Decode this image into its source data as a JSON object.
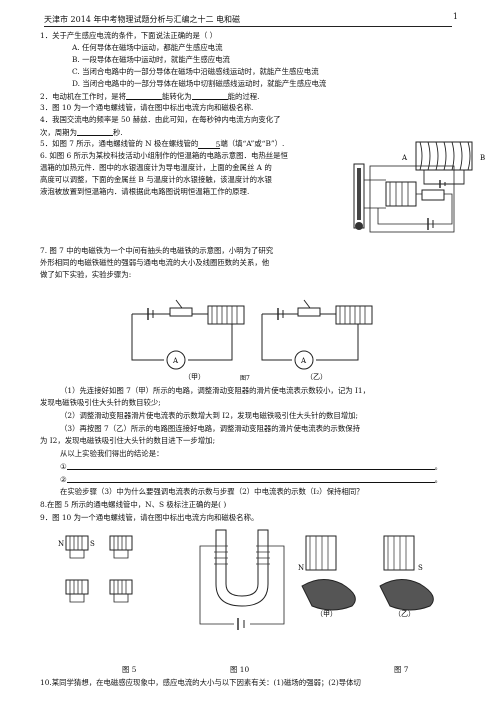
{
  "header": {
    "title": "天津市 2014 年中考物理试题分析与汇编之十二  电和磁",
    "page": "1"
  },
  "q1": {
    "stem": "1．关于产生感应电流的条件，下面说法正确的是（   ）",
    "a": "A.   任何导体在磁场中运动，都能产生感应电流",
    "b": "B.   一段导体在磁场中运动时，就能产生感应电流",
    "c": "C.   当闭合电路中的一部分导体在磁场中沿磁感线运动时，就能产生感应电流",
    "d": "D.   当闭合电路中的一部分导体在磁场中切割磁感线运动时，就能产生感应电流"
  },
  "q2": {
    "pre": "2．电动机在工作时，是将",
    "mid": "能转化为",
    "post": "能的过程."
  },
  "q3": {
    "text": "3．图 10 为一个通电螺线管，请在图中标出电流方向和磁极名称."
  },
  "q4": {
    "line1": "4．我国交流电的频率是  50  赫兹．由此可知，在每秒钟内电流方向变化了",
    "line2pre": "次，周期为",
    "line2post": "秒."
  },
  "q5": {
    "pre": "5．如图 7 所示，通电螺线管的 N 极在螺线管的",
    "answer": "5",
    "post": "端（填“A”或“B”）.",
    "label_a": "A",
    "label_b": "B"
  },
  "q6": {
    "l1": "6. 如图 6 所示为某校科技活动小组制作的恒温箱的电路示意图．电热丝是恒",
    "l2": "温箱的加热元件．图中的水银温度计为导电温度计，上面的金属丝 A 的",
    "l3": "高度可以调整，下面的金属丝 B 与温度计的水银接触，该温度计的水银",
    "l4": "液泡被放置到恒温箱内．请根据此电路图说明恒温箱工作的原理."
  },
  "q7": {
    "l1": "7. 图 7 中的电磁铁为一个中间有抽头的电磁铁的示意图，小明为了研究",
    "l2": "外形相同的电磁铁磁性的强弱与通电电流的大小及线圈匝数的关系，他",
    "l3": "做了如下实验，实验步骤为:",
    "fig_a": "（甲）",
    "fig_b": "（乙）",
    "fig_label": "图7",
    "meter": "A",
    "s1a": "（1）先连接好如图 7（甲）所示的电路，调整滑动变阻器的滑片使电流表示数较小，记为 I1，",
    "s1b": "发现电磁铁吸引住大头针的数目较少;",
    "s2": "（2）调整滑动变阻器滑片使电流表的示数增大到 I2，发现电磁铁吸引住大头针的数目增加;",
    "s3a": "（3）再按图 7（乙）所示的电路图连接好电路，调整滑动变阻器的滑片使电流表的示数保持",
    "s3b": "为 I2，发现电磁铁吸引住大头针的数目进下一步增加;",
    "concl": "从以上实验我们得出的结论是：",
    "c1": "①",
    "c2": "②",
    "end": "。",
    "q_a": "在实验步骤（3）中为什么要强调电流表的示数与步骤（2）中电流表的示数（I₂）保持相同？"
  },
  "q8": {
    "text": "8.在图 5 所示的通电螺线管中，N、S 极标注正确的是(      )"
  },
  "q9": {
    "text": "9．图 10 为一个通电螺线管，请在图中标出电流方向和磁极名称。"
  },
  "figs": {
    "f5": "图 5",
    "f10": "图 10",
    "f7": "图 7",
    "jia": "（甲）",
    "yi": "（乙）",
    "n": "N",
    "s": "S"
  },
  "q10": {
    "text": "10.某同学猜想，在电磁感应现象中，感应电流的大小与以下因素有关：(1)磁场的强弱；(2)导体切"
  }
}
